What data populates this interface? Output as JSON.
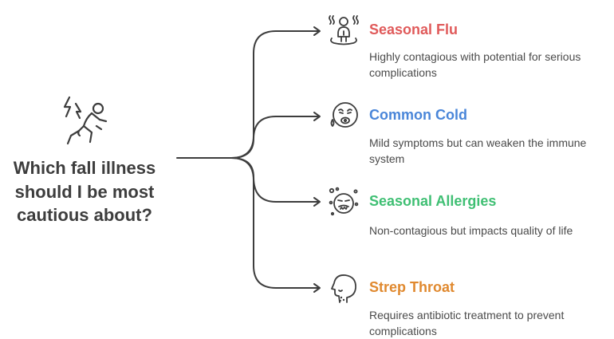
{
  "question": {
    "line1": "Which fall illness",
    "line2": "should I be most",
    "line3": "cautious about?"
  },
  "colors": {
    "line": "#3d3d3d",
    "seasonal_flu": "#e05a5a",
    "common_cold": "#4a86d9",
    "seasonal_allergies": "#3fbf73",
    "strep_throat": "#e0892f"
  },
  "branches": [
    {
      "title": "Seasonal Flu",
      "description": "Highly contagious with potential for serious complications",
      "icon": "fever-person-icon"
    },
    {
      "title": "Common Cold",
      "description": "Mild symptoms but can weaken the immune system",
      "icon": "sick-face-icon"
    },
    {
      "title": "Seasonal Allergies",
      "description": "Non-contagious but impacts quality of life",
      "icon": "sneezing-face-icon"
    },
    {
      "title": "Strep Throat",
      "description": "Requires antibiotic treatment to prevent complications",
      "icon": "throat-profile-icon"
    }
  ]
}
